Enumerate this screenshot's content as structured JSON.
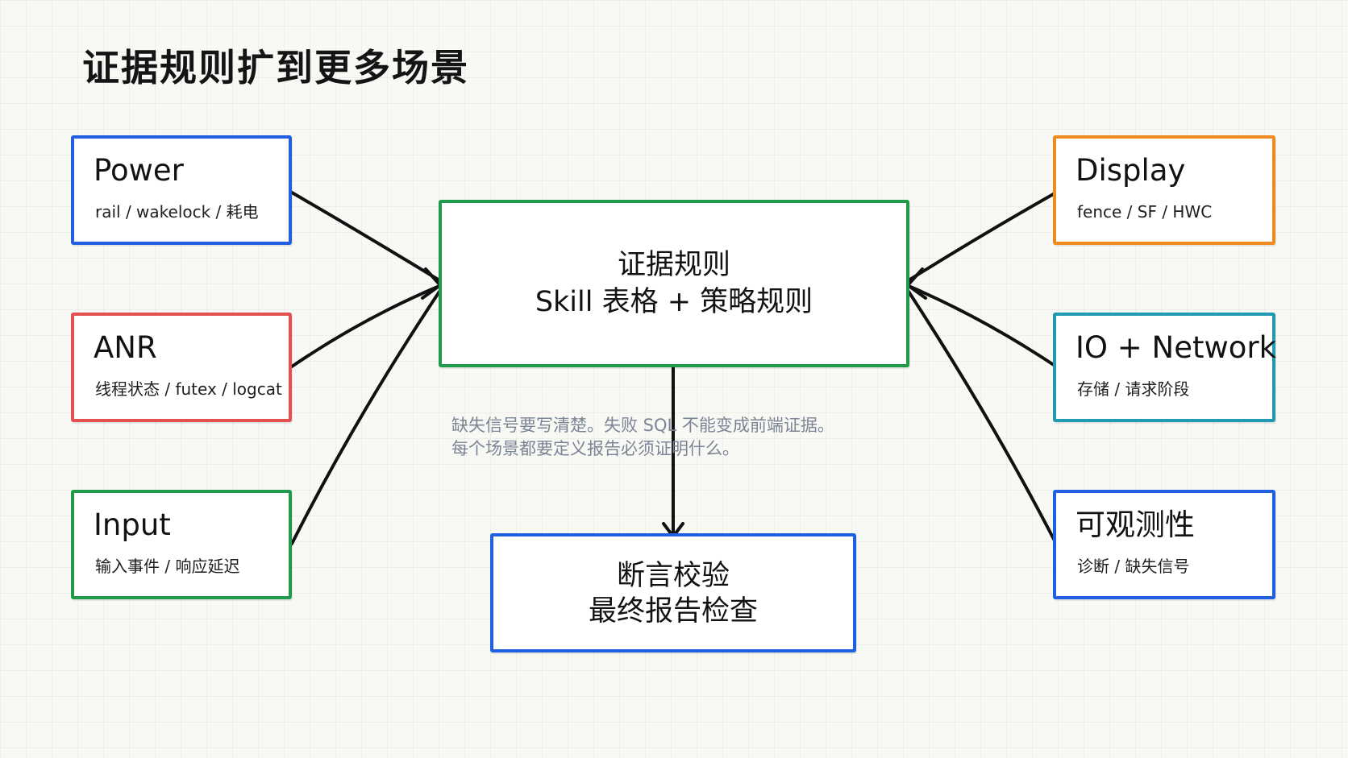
{
  "title": "证据规则扩到更多场景",
  "center": {
    "line1": "证据规则",
    "line2": "Skill 表格 + 策略规则"
  },
  "bottom": {
    "line1": "断言校验",
    "line2": "最终报告检查"
  },
  "note": {
    "line1": "缺失信号要写清楚。失败 SQL 不能变成前端证据。",
    "line2": "每个场景都要定义报告必须证明什么。"
  },
  "left_cards": [
    {
      "title": "Power",
      "subtitle": "rail / wakelock / 耗电",
      "color": "#1f5fe0"
    },
    {
      "title": "ANR",
      "subtitle": "线程状态 / futex / logcat",
      "color": "#e25050"
    },
    {
      "title": "Input",
      "subtitle": "输入事件 / 响应延迟",
      "color": "#1f9a4a"
    }
  ],
  "right_cards": [
    {
      "title": "Display",
      "subtitle": "fence / SF / HWC",
      "color": "#ef8a1f"
    },
    {
      "title": "IO + Network",
      "subtitle": "存储 / 请求阶段",
      "color": "#1f9ab0"
    },
    {
      "title": "可观测性",
      "subtitle": "诊断 / 缺失信号",
      "color": "#1f5fe0"
    }
  ],
  "colors": {
    "center_border": "#1f9a4a",
    "bottom_border": "#1f5fe0",
    "arrow": "#111111",
    "note_text": "#7c8595"
  }
}
